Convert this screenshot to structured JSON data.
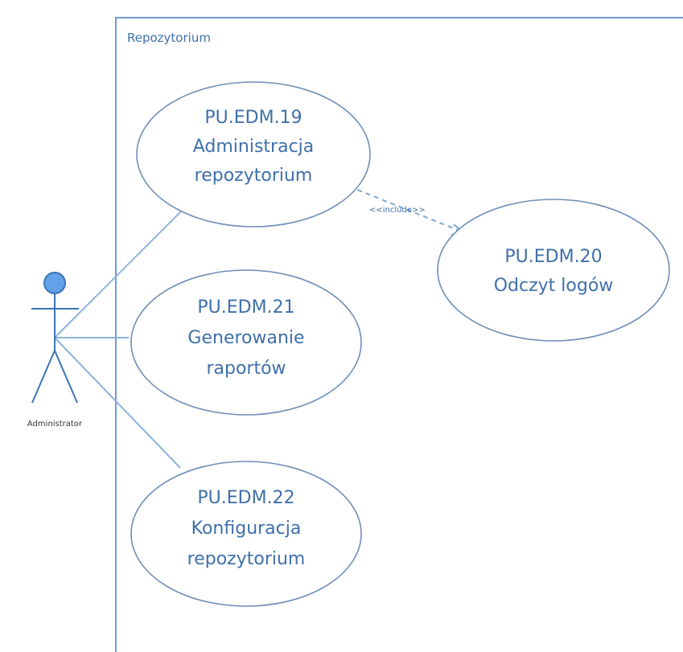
{
  "system": {
    "title": "Repozytorium"
  },
  "actor": {
    "label": "Administrator",
    "icon": "actor-icon"
  },
  "use_cases": [
    {
      "id": "PU.EDM.19",
      "lines": [
        "PU.EDM.19",
        "Administracja",
        "repozytorium"
      ]
    },
    {
      "id": "PU.EDM.20",
      "lines": [
        "PU.EDM.20",
        "Odczyt logów"
      ]
    },
    {
      "id": "PU.EDM.21",
      "lines": [
        "PU.EDM.21",
        "Generowanie",
        "raportów"
      ]
    },
    {
      "id": "PU.EDM.22",
      "lines": [
        "PU.EDM.22",
        "Konfiguracja",
        "repozytorium"
      ]
    }
  ],
  "relations": {
    "include_label": "<<include>>"
  },
  "colors": {
    "boundary": "#6f9bd2",
    "text": "#3f70aa",
    "actor_fill": "#63a1e8"
  }
}
